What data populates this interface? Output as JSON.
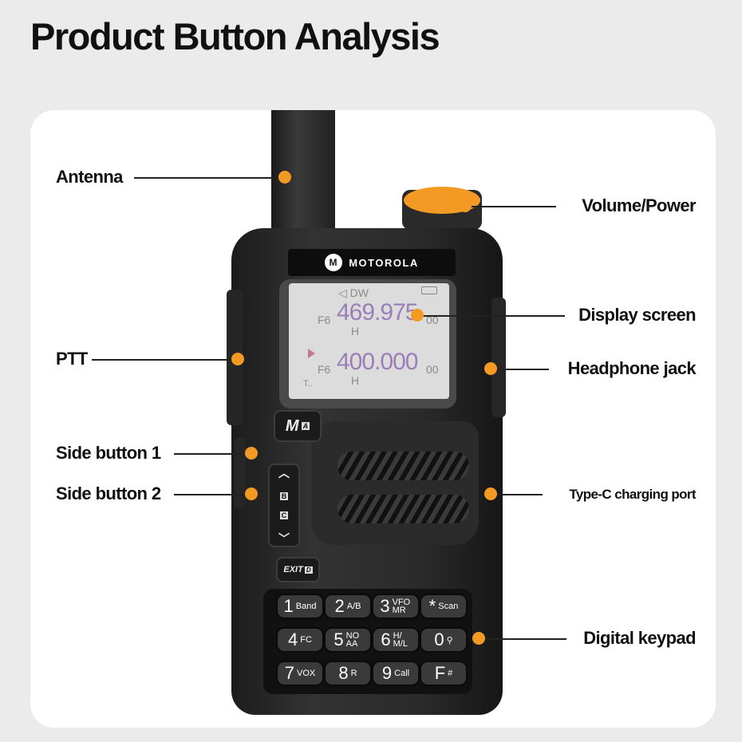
{
  "title": "Product Button Analysis",
  "brand": "MOTOROLA",
  "screen": {
    "mode": "◁ DW",
    "ch1": "F6",
    "freq1": "469.975",
    "sub1": "00",
    "power1": "H",
    "ch2": "F6",
    "freq2": "400.000",
    "sub2": "00",
    "power2": "H"
  },
  "buttons": {
    "m": "M",
    "m_sub": "A",
    "up_sub": "B",
    "down_sub": "C",
    "exit": "EXIT",
    "exit_sub": "D"
  },
  "keypad": {
    "keys": [
      {
        "main": "1",
        "sub": "Band"
      },
      {
        "main": "2",
        "sub": "A/B"
      },
      {
        "main": "3",
        "sub": "VFO MR"
      },
      {
        "main": "*",
        "sub": "Scan"
      },
      {
        "main": "4",
        "sub": "FC"
      },
      {
        "main": "5",
        "sub": "NO AA"
      },
      {
        "main": "6",
        "sub": "H/ M/L"
      },
      {
        "main": "0",
        "sub": "⚲"
      },
      {
        "main": "7",
        "sub": "VOX"
      },
      {
        "main": "8",
        "sub": "R"
      },
      {
        "main": "9",
        "sub": "Call"
      },
      {
        "main": "F",
        "sub": "#"
      }
    ]
  },
  "callouts": {
    "antenna": "Antenna",
    "volume": "Volume/Power",
    "display": "Display screen",
    "ptt": "PTT",
    "headphone": "Headphone jack",
    "side1": "Side button 1",
    "side2": "Side button 2",
    "typec": "Type-C charging port",
    "keypad": "Digital keypad"
  },
  "colors": {
    "accent": "#f39a25"
  }
}
